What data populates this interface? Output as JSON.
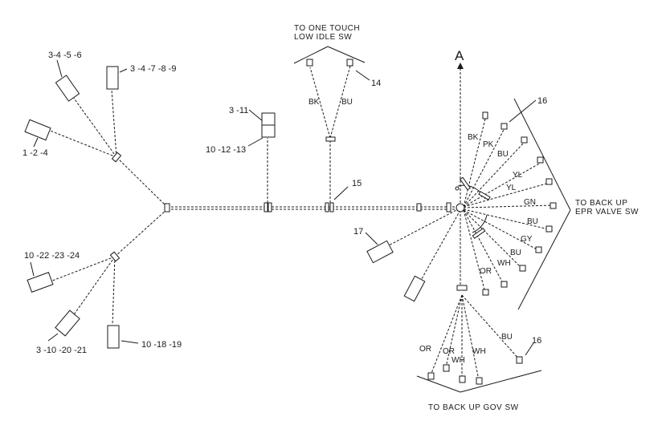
{
  "headers": {
    "low_idle_1": "TO ONE TOUCH",
    "low_idle_2": "LOW IDLE SW",
    "epr_1": "TO BACK UP",
    "epr_2": "EPR VALVE SW",
    "gov": "TO BACK UP GOV SW"
  },
  "marker": "A",
  "labels": {
    "c3456": "3-4 -5 -6",
    "c34789": "3 -4 -7 -8 -9",
    "c124": "1 -2 -4",
    "c311": "3 -11",
    "c101213": "10 -12 -13",
    "c14": "14",
    "c15": "15",
    "c16a": "16",
    "c16b": "16",
    "c17": "17",
    "c10222324": "10 -22 -23 -24",
    "c3102021": "3 -10 -20 -21",
    "c101819": "10 -18 -19"
  },
  "wires": {
    "bk1": "BK",
    "bu1": "BU",
    "bk2": "BK",
    "pk": "PK",
    "bu2": "BU",
    "yl1": "YL",
    "yl2": "YL",
    "gn": "GN",
    "bu3": "BU",
    "gy": "GY",
    "bu4": "BU",
    "wh1": "WH",
    "or1": "OR",
    "or2": "OR",
    "or3": "OR",
    "wh2": "WH",
    "wh3": "WH",
    "bu5": "BU"
  }
}
